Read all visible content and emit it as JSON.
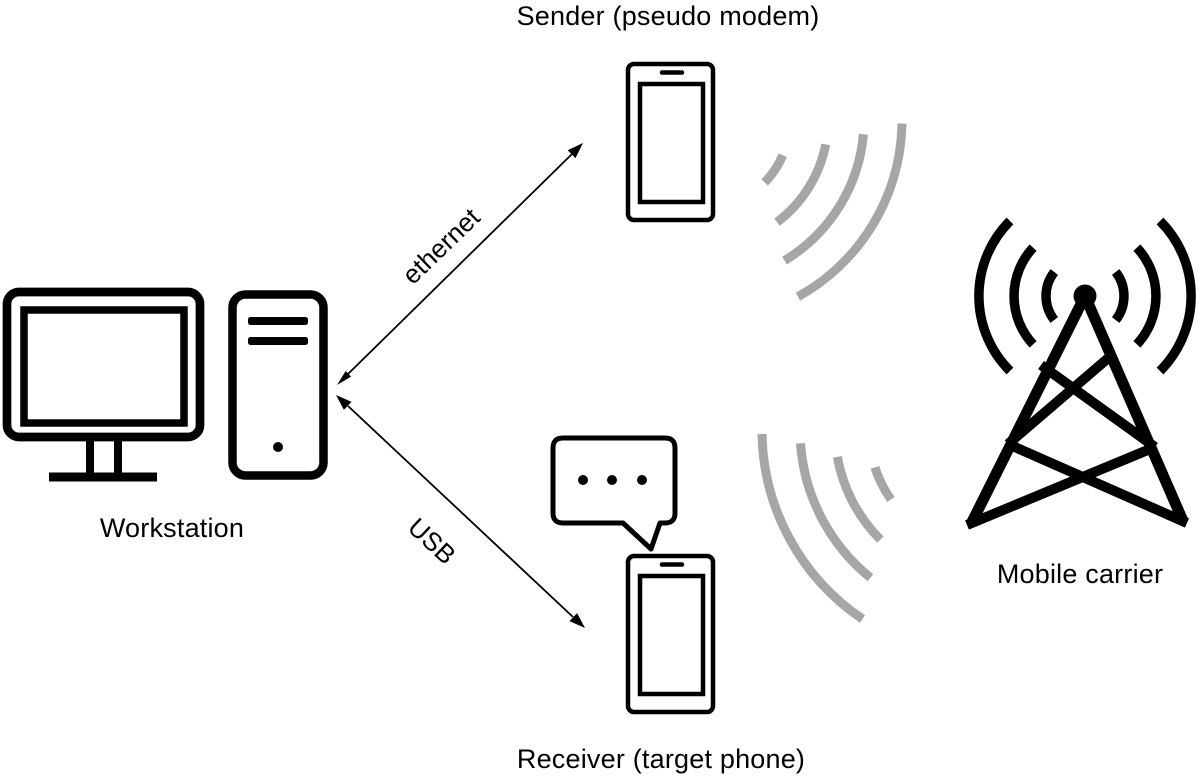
{
  "diagram": {
    "background": "#ffffff",
    "colors": {
      "ink": "#000000",
      "signal_gray": "#a6a6a6"
    },
    "nodes": {
      "sender": {
        "label": "Sender (pseudo modem)",
        "icon": "smartphone-icon"
      },
      "workstation": {
        "label": "Workstation",
        "icon": "desktop-computer-icon"
      },
      "receiver": {
        "label": "Receiver (target phone)",
        "icon": "smartphone-with-sms-bubble-icon"
      },
      "carrier": {
        "label": "Mobile carrier",
        "icon": "cell-tower-icon"
      }
    },
    "connections": {
      "ethernet": {
        "label": "ethernet",
        "from": "workstation",
        "to": "sender",
        "style": "double-headed-arrow"
      },
      "usb": {
        "label": "USB",
        "from": "workstation",
        "to": "receiver",
        "style": "double-headed-arrow"
      },
      "uplink": {
        "from": "sender",
        "to": "carrier",
        "style": "radio-wave-arcs"
      },
      "downlink": {
        "from": "carrier",
        "to": "receiver",
        "style": "radio-wave-arcs"
      }
    }
  }
}
